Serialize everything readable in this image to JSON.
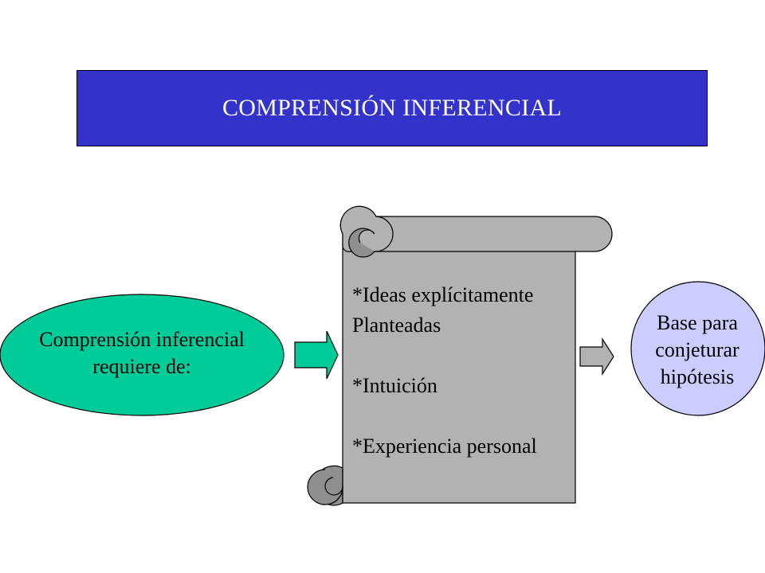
{
  "slide": {
    "title": "COMPRENSIÓN INFERENCIAL",
    "source_node": {
      "line1": "Comprensión inferencial",
      "line2": "requiere de:",
      "color": "#00cc99"
    },
    "scroll": {
      "lines": [
        "*Ideas explícitamente",
        "Planteadas",
        "*Intuición",
        "*Experiencia personal"
      ],
      "color": "#b2b2b2"
    },
    "result_node": {
      "line1": "Base para",
      "line2": "conjeturar",
      "line3": "hipótesis",
      "color": "#ccccff"
    },
    "colors": {
      "title_background": "#3333cc",
      "arrow_left": "#00cc99",
      "arrow_right": "#b2b2b2"
    }
  }
}
